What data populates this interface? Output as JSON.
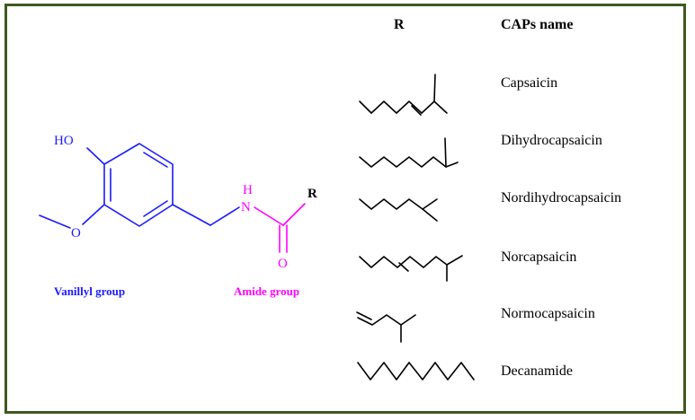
{
  "colors": {
    "border": "#3d5a1f",
    "vanillyl": "#1a1aff",
    "amide": "#ff00ff",
    "text": "#000000"
  },
  "header": {
    "r_label": "R",
    "name_label": "CAPs name"
  },
  "molecule": {
    "hydroxyl_label": "HO",
    "methoxy_oxygen_label": "O",
    "amine_label": "H",
    "amine_nitrogen_label": "N",
    "carbonyl_oxygen_label": "O",
    "r_group_label": "R",
    "vanillyl_group_label": "Vanillyl group",
    "amide_group_label": "Amide group"
  },
  "caps": [
    {
      "name": "Capsaicin",
      "structure_icon": "capsaicin-r-chain"
    },
    {
      "name": "Dihydrocapsaicin",
      "structure_icon": "dihydrocapsaicin-r-chain"
    },
    {
      "name": "Nordihydrocapsaicin",
      "structure_icon": "nordihydrocapsaicin-r-chain"
    },
    {
      "name": "Norcapsaicin",
      "structure_icon": "norcapsaicin-r-chain"
    },
    {
      "name": "Normocapsaicin",
      "structure_icon": "normocapsaicin-r-chain"
    },
    {
      "name": "Decanamide",
      "structure_icon": "decanamide-r-chain"
    }
  ]
}
